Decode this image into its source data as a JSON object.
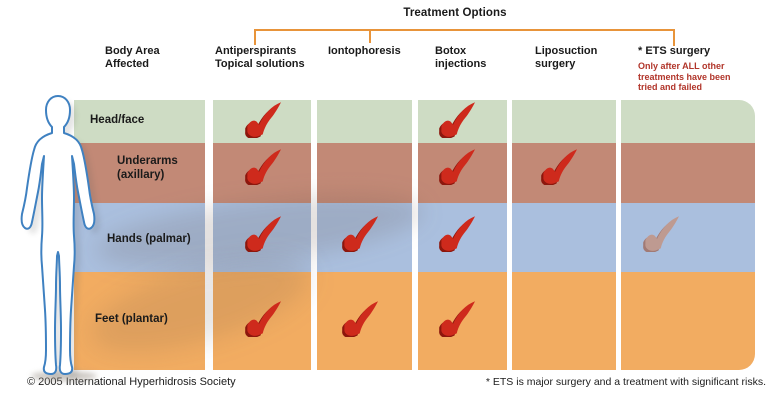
{
  "title": "Treatment Options",
  "columns": [
    {
      "id": "body_area",
      "lines": [
        "Body Area",
        "Affected"
      ]
    },
    {
      "id": "antiperspirants",
      "lines": [
        "Antiperspirants",
        "Topical solutions"
      ]
    },
    {
      "id": "iontophoresis",
      "lines": [
        "Iontophoresis"
      ]
    },
    {
      "id": "botox",
      "lines": [
        "Botox",
        "injections"
      ]
    },
    {
      "id": "liposuction",
      "lines": [
        "Liposuction",
        "surgery"
      ]
    },
    {
      "id": "ets",
      "lines": [
        "* ETS surgery"
      ],
      "note": "Only after ALL other treatments have been tried and failed"
    }
  ],
  "rows": [
    {
      "id": "head",
      "label": "Head/face",
      "color": "#cedcc4"
    },
    {
      "id": "underarms",
      "label": "Underarms",
      "label2": "(axillary)",
      "color": "#c28976"
    },
    {
      "id": "hands",
      "label": "Hands (palmar)",
      "color": "#aabfde"
    },
    {
      "id": "feet",
      "label": "Feet (plantar)",
      "color": "#f2ac61"
    }
  ],
  "treatment_matrix": {
    "checks": [
      {
        "col": "antiperspirants",
        "row": "head"
      },
      {
        "col": "antiperspirants",
        "row": "underarms"
      },
      {
        "col": "antiperspirants",
        "row": "hands"
      },
      {
        "col": "antiperspirants",
        "row": "feet"
      },
      {
        "col": "iontophoresis",
        "row": "hands"
      },
      {
        "col": "iontophoresis",
        "row": "feet"
      },
      {
        "col": "botox",
        "row": "head"
      },
      {
        "col": "botox",
        "row": "underarms"
      },
      {
        "col": "botox",
        "row": "hands"
      },
      {
        "col": "botox",
        "row": "feet"
      },
      {
        "col": "liposuction",
        "row": "underarms"
      },
      {
        "col": "ets",
        "row": "hands",
        "faded": true
      }
    ]
  },
  "footer": {
    "copyright": "© 2005 International Hyperhidrosis Society",
    "ets_disclaimer": "* ETS is major surgery and a treatment with significant risks."
  },
  "colors": {
    "bracket_orange": "#e8943a",
    "row_head_green": "#cedcc4",
    "row_underarms_terracotta": "#c28976",
    "row_hands_blue": "#aabfde",
    "row_feet_orange": "#f2ac61",
    "check_red": "#ce2a1c",
    "check_dark_red": "#8c170d",
    "check_faded": "#c4917f",
    "check_faded_dark": "#a06a5c",
    "ets_note_red": "#b1352a",
    "body_outline_blue": "#3f81c1"
  },
  "icons": {
    "check": "red-3d-checkmark-icon",
    "body": "human-body-outline-icon"
  }
}
